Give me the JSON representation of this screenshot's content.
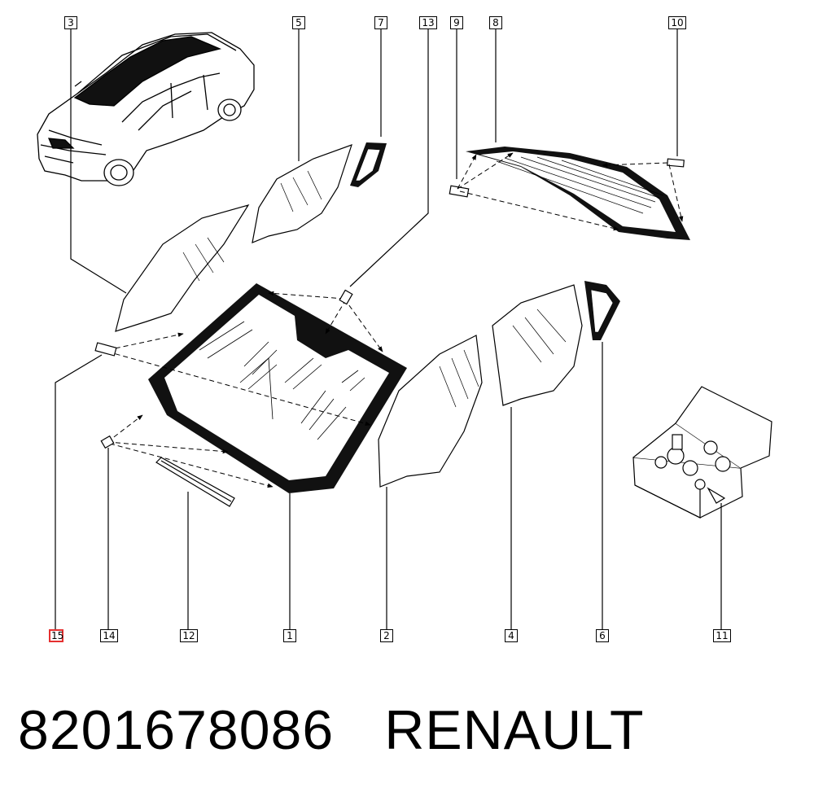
{
  "callouts": {
    "c1": "1",
    "c2": "2",
    "c3": "3",
    "c4": "4",
    "c5": "5",
    "c6": "6",
    "c7": "7",
    "c8": "8",
    "c9": "9",
    "c10": "10",
    "c11": "11",
    "c12": "12",
    "c13": "13",
    "c14": "14",
    "c15": "15"
  },
  "footer": {
    "part_number": "8201678086",
    "brand": "RENAULT"
  },
  "colors": {
    "line": "#000000",
    "highlight": "#e53030",
    "glass_fill": "#ffffff"
  }
}
